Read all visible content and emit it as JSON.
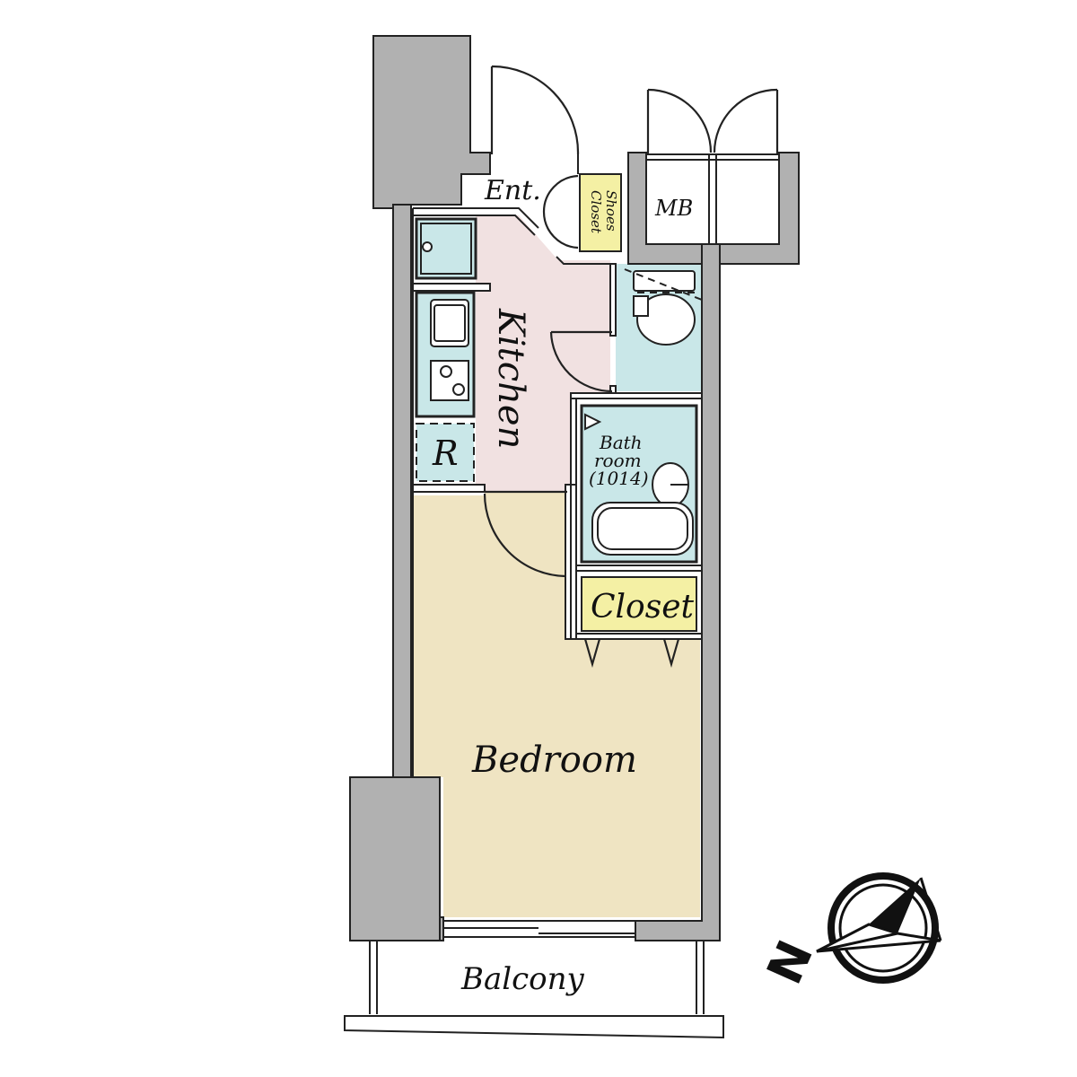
{
  "rooms": {
    "entrance": "Ent.",
    "shoes_closet_line1": "Shoes",
    "shoes_closet_line2": "Closet",
    "meter_box": "MB",
    "kitchen": "Kitchen",
    "refrigerator": "R",
    "bathroom_line1": "Bath",
    "bathroom_line2": "room",
    "bathroom_line3": "(1014)",
    "closet": "Closet",
    "bedroom": "Bedroom",
    "balcony": "Balcony"
  },
  "colors": {
    "bedroom_floor": "#efe4c2",
    "kitchen_floor": "#f1e1e1",
    "wet_area": "#c9e7e8",
    "closet": "#f4f0a4",
    "wall": "#b1b1b1"
  },
  "compass": {
    "letter": "N",
    "icon": "compass-north-arrow-icon"
  }
}
